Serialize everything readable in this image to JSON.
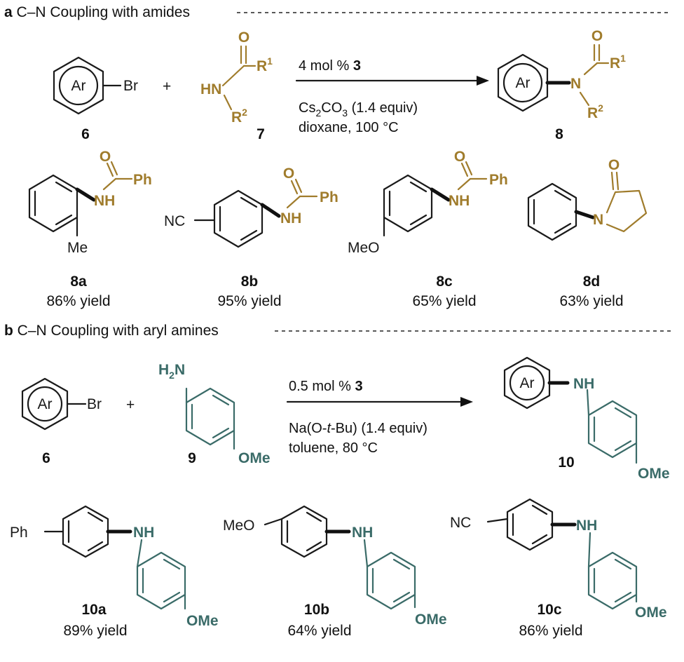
{
  "panel_a": {
    "letter": "a",
    "title": "C–N Coupling with amides",
    "reagent_ar": "Ar",
    "reagent_br": "Br",
    "plus": "+",
    "amide_o": "O",
    "amide_r1": "R",
    "amide_r1_sup": "1",
    "amide_hn": "HN",
    "amide_r2": "R",
    "amide_r2_sup": "2",
    "cond_cat_pre": "4 mol % ",
    "cond_cat_num": "3",
    "cond_base_pre": "Cs",
    "cond_base_sub1": "2",
    "cond_base_mid": "CO",
    "cond_base_sub2": "3",
    "cond_base_post": " (1.4 equiv)",
    "cond_solvent": "dioxane, 100 °C",
    "prod_ar": "Ar",
    "prod_n": "N",
    "prod_o": "O",
    "prod_r1": "R",
    "prod_r1_sup": "1",
    "prod_r2": "R",
    "prod_r2_sup": "2",
    "num_6": "6",
    "num_7": "7",
    "num_8": "8",
    "examples": [
      {
        "id": "8a",
        "yield": "86% yield",
        "sub": "Me",
        "o": "O",
        "ph": "Ph",
        "nh": "NH"
      },
      {
        "id": "8b",
        "yield": "95% yield",
        "sub": "NC",
        "o": "O",
        "ph": "Ph",
        "nh": "NH"
      },
      {
        "id": "8c",
        "yield": "65% yield",
        "sub": "MeO",
        "o": "O",
        "ph": "Ph",
        "nh": "NH"
      },
      {
        "id": "8d",
        "yield": "63% yield",
        "o": "O",
        "n": "N"
      }
    ]
  },
  "panel_b": {
    "letter": "b",
    "title": "C–N Coupling with aryl amines",
    "reagent_ar": "Ar",
    "reagent_br": "Br",
    "plus": "+",
    "amine_h2n_h": "H",
    "amine_h2n_sub": "2",
    "amine_h2n_n": "N",
    "amine_ome": "OMe",
    "cond_cat_pre": "0.5 mol % ",
    "cond_cat_num": "3",
    "cond_base_pre": "Na(O-",
    "cond_base_t": "t",
    "cond_base_post": "-Bu) (1.4 equiv)",
    "cond_solvent": "toluene, 80 °C",
    "prod_ar": "Ar",
    "prod_nh": "NH",
    "prod_ome": "OMe",
    "num_6": "6",
    "num_9": "9",
    "num_10": "10",
    "examples": [
      {
        "id": "10a",
        "yield": "89% yield",
        "sub": "Ph",
        "nh": "NH",
        "ome": "OMe"
      },
      {
        "id": "10b",
        "yield": "64% yield",
        "sub": "MeO",
        "nh": "NH",
        "ome": "OMe"
      },
      {
        "id": "10c",
        "yield": "86% yield",
        "sub": "NC",
        "nh": "NH",
        "ome": "OMe"
      }
    ]
  },
  "colors": {
    "amide": "#a07c2c",
    "amine": "#3a6b68",
    "ink": "#1a1a1a"
  }
}
